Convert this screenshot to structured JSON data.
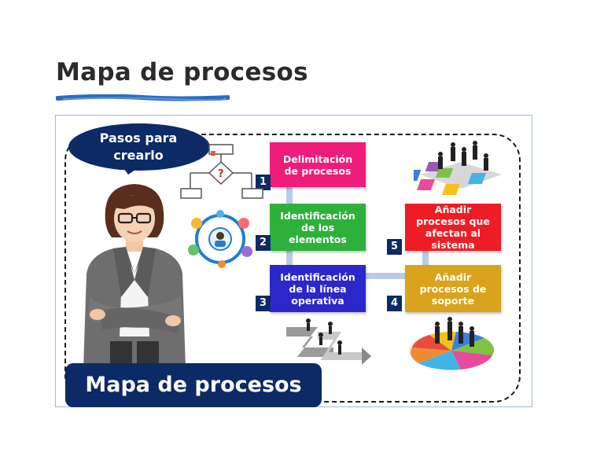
{
  "page": {
    "title": "Mapa de procesos"
  },
  "infographic": {
    "speech_bubble": "Pasos para crearlo",
    "badge": "Mapa de procesos",
    "steps": [
      {
        "number": "1",
        "label": "Delimitación de procesos",
        "color": "#ee1c7a"
      },
      {
        "number": "2",
        "label": "Identificación de los elementos",
        "color": "#2db13a"
      },
      {
        "number": "3",
        "label": "Identificación de la línea operativa",
        "color": "#2b27c8"
      },
      {
        "number": "4",
        "label": "Añadir procesos de soporte",
        "color": "#d9a31c"
      },
      {
        "number": "5",
        "label": "Añadir procesos que afectan al sistema",
        "color": "#ee1c24"
      }
    ]
  },
  "colors": {
    "accent": "#0b2a66",
    "underline": "#2a6cc4",
    "connector": "#b9cbe6",
    "frame_border": "#9fb9df"
  },
  "icons": [
    "flowchart-icon",
    "network-people-icon",
    "arrows-people-icon",
    "puzzle-people-icon",
    "puzzle-circle-people-icon"
  ]
}
